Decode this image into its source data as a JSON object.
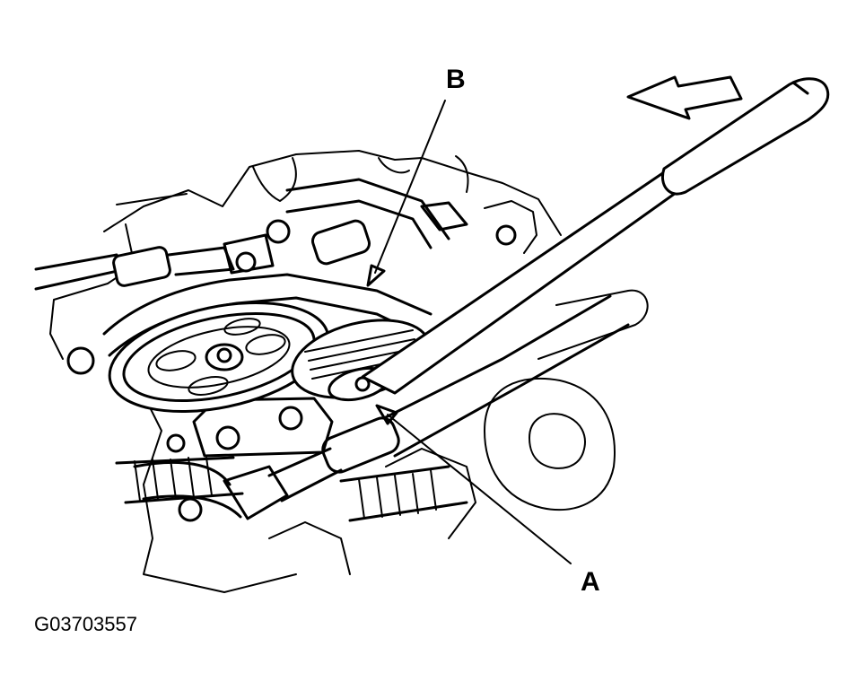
{
  "callouts": {
    "a": "A",
    "b": "B"
  },
  "figure_id": "G03703557",
  "colors": {
    "ink": "#000000",
    "paper": "#ffffff"
  }
}
